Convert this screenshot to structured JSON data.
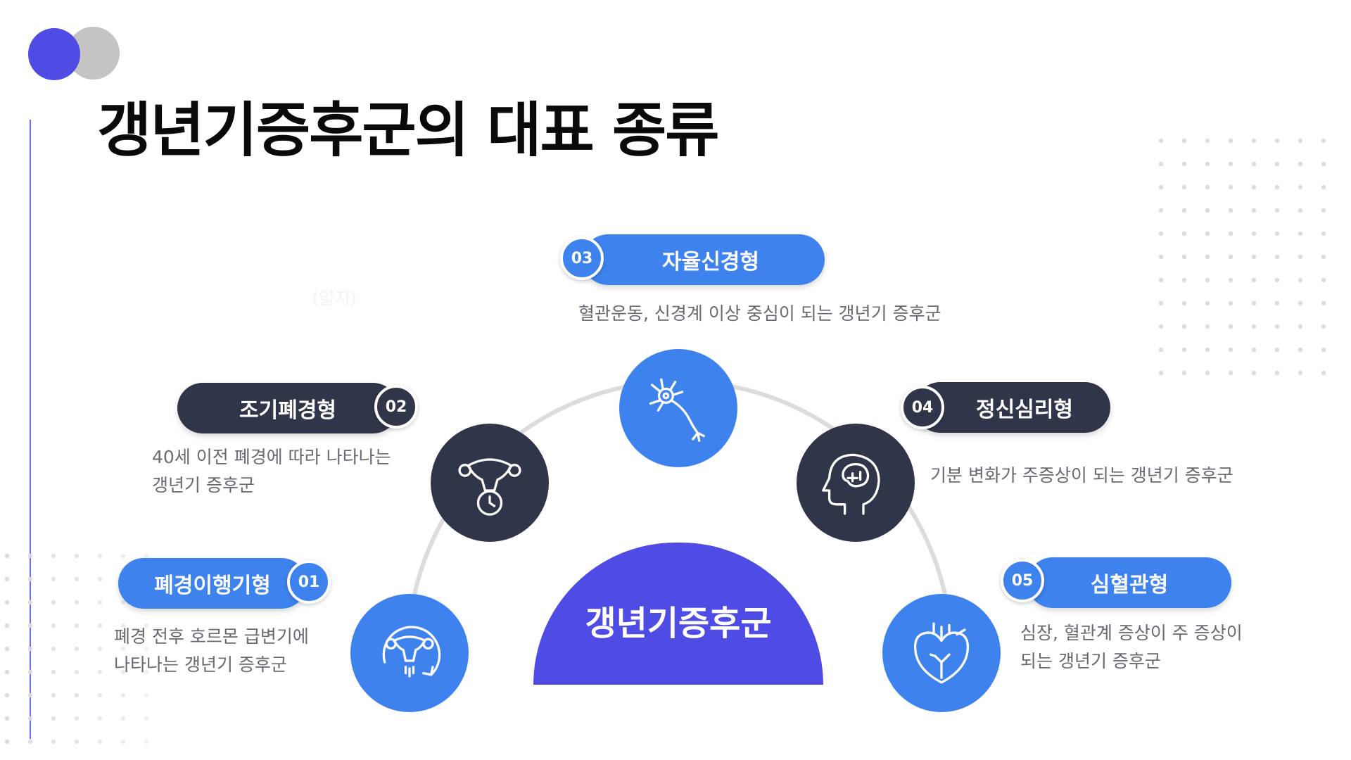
{
  "title": "갱년기증후군의 대표 종류",
  "watermark": "(얇지)",
  "center": {
    "label": "갱년기증후군"
  },
  "colors": {
    "accent_purple": "#4f4ce6",
    "accent_blue": "#3e82ee",
    "dark_navy": "#30354a",
    "muted_gray": "#c4c4c4"
  },
  "types": [
    {
      "num": "01",
      "name": "폐경이행기형",
      "desc_lines": [
        "폐경 전후 호르몬 급변기에",
        "나타나는 갱년기 증후군"
      ],
      "icon": "uterus-cycle-icon",
      "color": "blue"
    },
    {
      "num": "02",
      "name": "조기폐경형",
      "desc_lines": [
        "40세 이전 폐경에 따라 나타나는",
        "갱년기 증후군"
      ],
      "icon": "uterus-clock-icon",
      "color": "dark"
    },
    {
      "num": "03",
      "name": "자율신경형",
      "desc_lines": [
        "혈관운동, 신경계 이상 중심이 되는 갱년기 증후군"
      ],
      "icon": "neuron-icon",
      "color": "blue"
    },
    {
      "num": "04",
      "name": "정신심리형",
      "desc_lines": [
        "기분 변화가 주증상이 되는 갱년기 증후군"
      ],
      "icon": "brain-head-icon",
      "color": "dark"
    },
    {
      "num": "05",
      "name": "심혈관형",
      "desc_lines": [
        "심장, 혈관계 증상이 주 증상이",
        "되는 갱년기 증후군"
      ],
      "icon": "heart-icon",
      "color": "blue"
    }
  ]
}
